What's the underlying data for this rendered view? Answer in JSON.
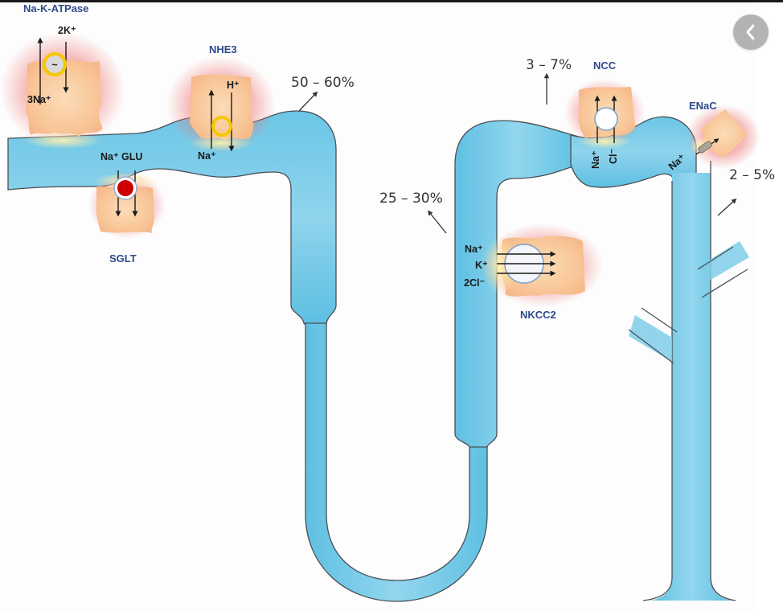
{
  "navigation": {
    "back_button_icon": "chevron-left-icon"
  },
  "diagram": {
    "title": "Sodium transporters along the nephron",
    "transporters": {
      "na_k_atpase": {
        "name": "Na-K-ATPase",
        "ion_in": "2K⁺",
        "ion_out": "3Na⁺",
        "symbol": "~"
      },
      "nhe3": {
        "name": "NHE3",
        "ion_in": "H⁺",
        "ion_out": "Na⁺"
      },
      "sglt": {
        "name": "SGLT",
        "ions": "Na⁺ GLU"
      },
      "nkcc2": {
        "name": "NKCC2",
        "ion_1": "Na⁺",
        "ion_2": "K⁺",
        "ion_3": "2Cl⁻"
      },
      "ncc": {
        "name": "NCC",
        "ion_1": "Na⁺",
        "ion_2": "Cl⁻"
      },
      "enac": {
        "name": "ENaC",
        "ion": "Na⁺"
      }
    },
    "reabsorption": {
      "proximal_tubule": "50 – 60%",
      "thick_ascending_limb": "25 – 30%",
      "distal_convoluted_tubule": "3 – 7%",
      "collecting_duct": "2 – 5%"
    },
    "colors": {
      "tubule_fill": "#7fcde8",
      "tubule_stroke": "#555a60",
      "cell_fill": "#f9cfa4",
      "cell_glow": "#f29a9a",
      "label_blue": "#2e4a8c",
      "pump_ring": "#f5c800",
      "sglt_core": "#cc0000"
    }
  }
}
